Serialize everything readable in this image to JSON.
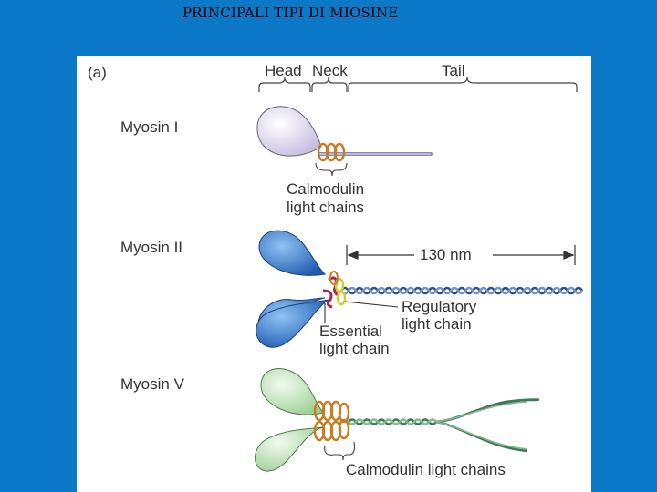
{
  "title": "PRINCIPALI TIPI DI MIOSINE",
  "figure": {
    "panel_label": "(a)",
    "regions": {
      "head": "Head",
      "neck": "Neck",
      "tail": "Tail"
    },
    "myosin_i": {
      "name": "Myosin I",
      "annotation_line1": "Calmodulin",
      "annotation_line2": "light chains"
    },
    "myosin_ii": {
      "name": "Myosin II",
      "length": "130 nm",
      "regulatory_line1": "Regulatory",
      "regulatory_line2": "light chain",
      "essential_line1": "Essential",
      "essential_line2": "light chain"
    },
    "myosin_v": {
      "name": "Myosin V",
      "annotation": "Calmodulin light chains"
    }
  },
  "colors": {
    "background": "#0b78c8",
    "myosin_i_head": "#cfc6e4",
    "myosin_ii_head": "#2f6fc0",
    "myosin_v_head": "#a9d4a0",
    "light_chain_ring": "#d08a2a",
    "essential_chain": "#b0234b",
    "regulatory_chain": "#d9d93a",
    "tail_coil": "#2c4f86"
  }
}
